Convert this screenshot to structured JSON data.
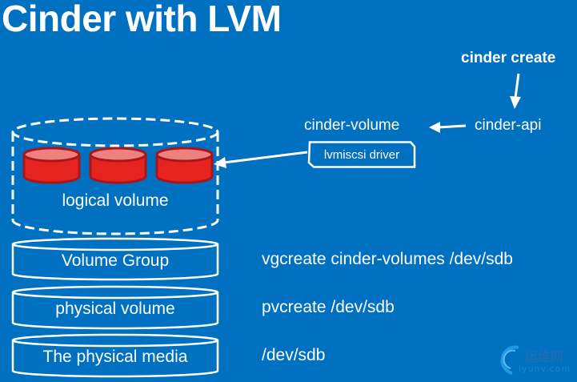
{
  "title": "Cinder with LVM",
  "flow": {
    "command": "cinder create",
    "api": "cinder-api",
    "volume_service": "cinder-volume",
    "driver": "lvmiscsi driver"
  },
  "stack": {
    "logical_volume": "logical volume",
    "volume_group": "Volume Group",
    "physical_volume": "physical volume",
    "physical_media": "The physical media"
  },
  "commands": {
    "vgcreate": "vgcreate cinder-volumes /dev/sdb",
    "pvcreate": "pvcreate /dev/sdb",
    "device": "/dev/sdb"
  },
  "colors": {
    "background": "#0070c0",
    "lv_red": "#e52420",
    "lv_red_top": "#f08080",
    "lv_red_border": "#a8161a",
    "foreground": "#ffffff"
  },
  "watermark": {
    "cn": "运维网",
    "en": "iyunv.com"
  }
}
